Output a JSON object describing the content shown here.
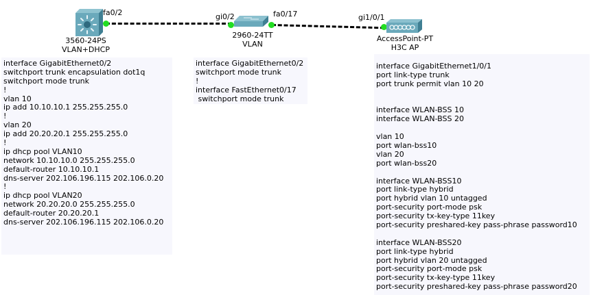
{
  "devices": [
    {
      "id": "multilayer-switch",
      "model": "3560-24PS",
      "name": "VLAN+DHCP"
    },
    {
      "id": "access-switch",
      "model": "2960-24TT",
      "name": "VLAN"
    },
    {
      "id": "access-point",
      "model": "AccessPoint-PT",
      "name": "H3C AP"
    }
  ],
  "links": [
    {
      "from_port": "fa0/2",
      "to_port": "gi0/2",
      "style": "dashed",
      "status": "up"
    },
    {
      "from_port": "fa0/17",
      "to_port": "gi1/0/1",
      "style": "dashed",
      "status": "up"
    }
  ],
  "colors": {
    "port_up": "#22dd22",
    "note_bg": "#f7f7fd",
    "link": "#000000"
  },
  "notes": {
    "multilayer_switch_config": [
      "interface GigabitEthernet0/2",
      "switchport trunk encapsulation dot1q",
      "switchport mode trunk",
      "!",
      "vlan 10",
      "ip add 10.10.10.1 255.255.255.0",
      "!",
      "vlan 20",
      "ip add 20.20.20.1 255.255.255.0",
      "!",
      "ip dhcp pool VLAN10",
      "network 10.10.10.0 255.255.255.0",
      "default-router 10.10.10.1",
      "dns-server 202.106.196.115 202.106.0.20",
      "!",
      "ip dhcp pool VLAN20",
      "network 20.20.20.0 255.255.255.0",
      "default-router 20.20.20.1",
      "dns-server 202.106.196.115 202.106.0.20"
    ],
    "access_switch_config": [
      "interface GigabitEthernet0/2",
      "switchport mode trunk",
      "!",
      "interface FastEthernet0/17",
      " switchport mode trunk"
    ],
    "access_point_config": [
      "interface GigabitEthernet1/0/1",
      "port link-type trunk",
      "port trunk permit vlan 10 20",
      "",
      "",
      "interface WLAN-BSS 10",
      "interface WLAN-BSS 20",
      "",
      "vlan 10",
      "port wlan-bss10",
      "vlan 20",
      "port wlan-bss20",
      "",
      "interface WLAN-BSS10",
      "port link-type hybrid",
      "port hybrid vlan 10 untagged",
      "port-security port-mode psk",
      "port-security tx-key-type 11key",
      "port-security preshared-key pass-phrase password10",
      "",
      "interface WLAN-BSS20",
      "port link-type hybrid",
      "port hybrid vlan 20 untagged",
      "port-security port-mode psk",
      "port-security tx-key-type 11key",
      "port-security preshared-key pass-phrase password20"
    ]
  }
}
